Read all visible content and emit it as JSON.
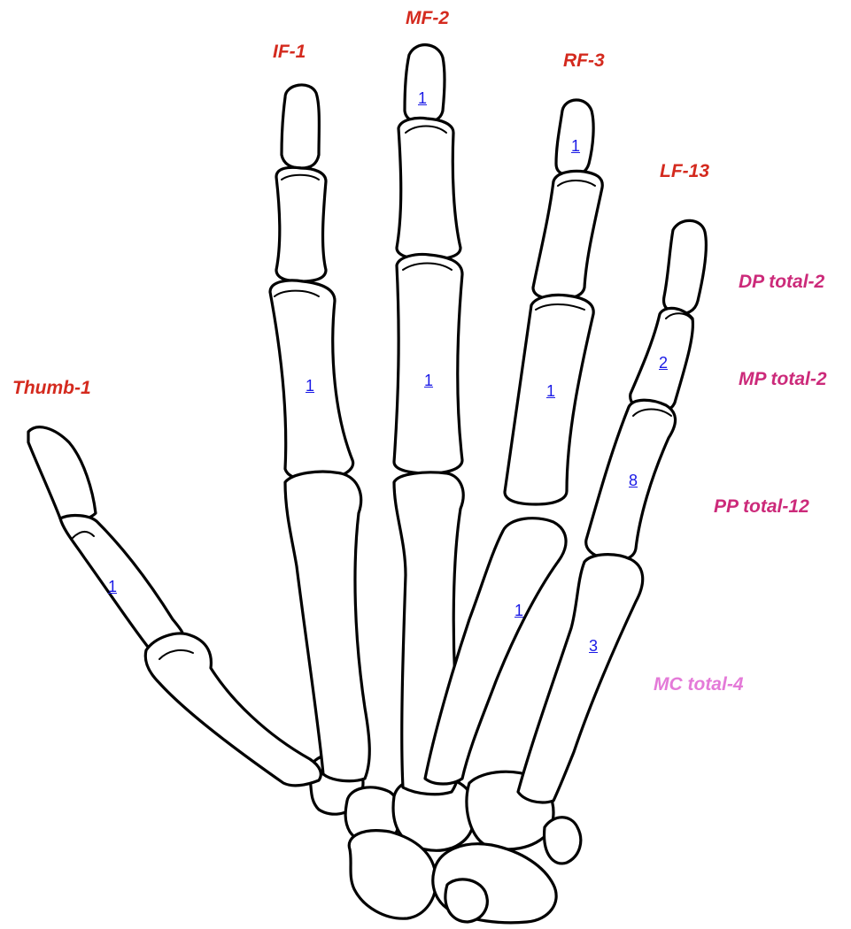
{
  "finger_labels": {
    "thumb": "Thumb-1",
    "index": "IF-1",
    "middle": "MF-2",
    "ring": "RF-3",
    "little": "LF-13"
  },
  "totals": {
    "dp": "DP total-2",
    "mp": "MP total-2",
    "pp": "PP total-12",
    "mc": "MC total-4"
  },
  "totals_colors": {
    "dp": "#cc2a7a",
    "mp": "#cc2a7a",
    "pp": "#cc2a7a",
    "mc": "#e47ad8"
  },
  "bone_counts": {
    "thumb_proximal": "1",
    "index_proximal": "1",
    "middle_distal": "1",
    "middle_proximal": "1",
    "ring_distal": "1",
    "ring_proximal": "1",
    "ring_metacarpal": "1",
    "little_middle": "2",
    "little_proximal": "8",
    "little_metacarpal": "3"
  }
}
